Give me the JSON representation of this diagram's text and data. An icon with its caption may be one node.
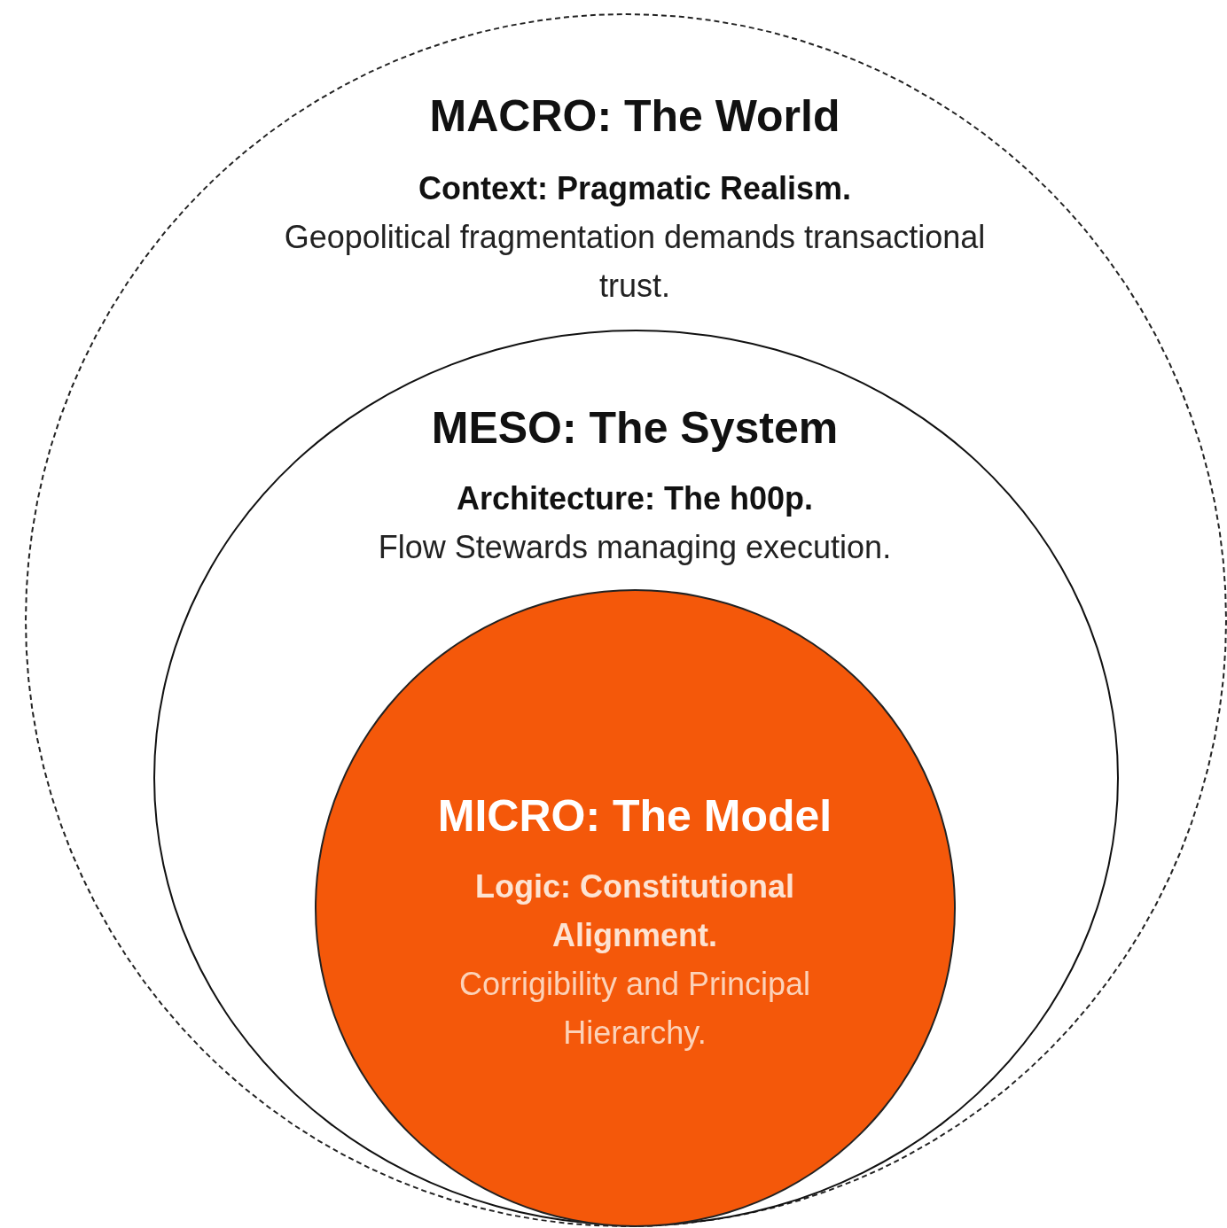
{
  "diagram": {
    "nodes": [
      {
        "text": [
          "MACRO: The World",
          "Context: Pragmatic Realism.",
          "Geopolitical fragmentation demands transactional trust."
        ]
      },
      {
        "text": [
          "MESO: The System",
          "Architecture: The h00p.",
          "Flow Stewards managing execution."
        ],
        "in": 0
      },
      {
        "text": [
          "MICRO: The Model",
          "Logic: Constitutional Alignment.",
          "Corrigibility and Principal Hierarchy."
        ],
        "in": 1
      }
    ]
  }
}
